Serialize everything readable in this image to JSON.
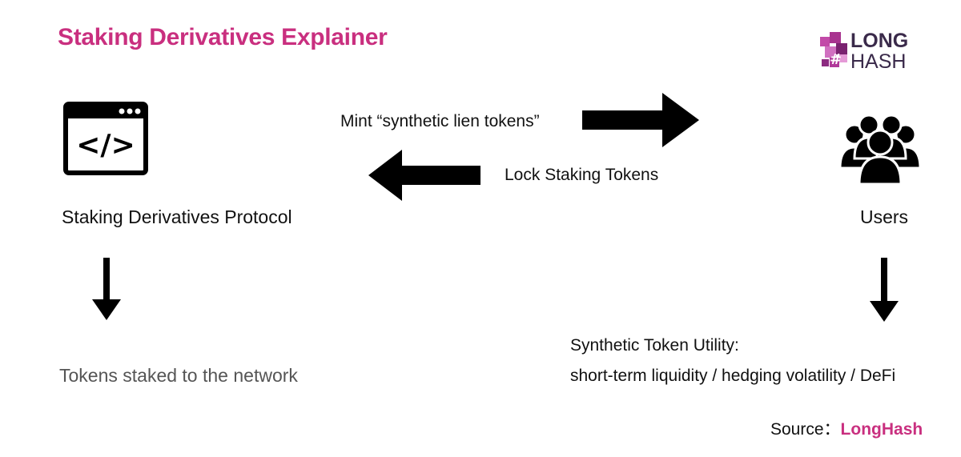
{
  "title": "Staking Derivatives Explainer",
  "colors": {
    "accent": "#c92f7f",
    "arrow": "#000000",
    "logo_cubes": "#b0399a"
  },
  "logo": {
    "line1": "LONG",
    "line2": "HASH",
    "mark": "#"
  },
  "protocol": {
    "icon": "code-window-icon",
    "code_glyph": "</>",
    "label": "Staking Derivatives Protocol"
  },
  "users": {
    "icon": "users-group-icon",
    "label": "Users"
  },
  "flows": {
    "mint": "Mint “synthetic lien tokens”",
    "lock": "Lock Staking Tokens"
  },
  "network": {
    "label": "Tokens staked to the network"
  },
  "utility": {
    "heading": "Synthetic Token Utility:",
    "items": "short-term liquidity / hedging volatility / DeFi"
  },
  "source": {
    "prefix": "Source：",
    "brand": "LongHash"
  }
}
